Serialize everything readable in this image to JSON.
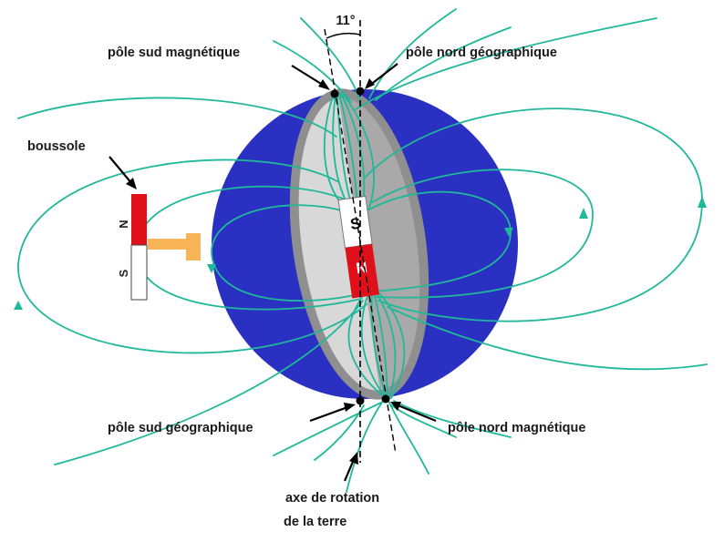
{
  "labels": {
    "angle": "11°",
    "magnetic_south_pole": "pôle sud magnétique",
    "geographic_north_pole": "pôle nord géographique",
    "compass": "boussole",
    "geographic_south_pole": "pôle sud géographique",
    "magnetic_north_pole": "pôle nord magnétique",
    "rotation_axis_line1": "axe de rotation",
    "rotation_axis_line2": "de la terre"
  },
  "bar_magnet": {
    "south_letter": "S",
    "north_letter": "N"
  },
  "compass_needle": {
    "north_letter": "N",
    "south_letter": "S"
  },
  "colors": {
    "earth": "#2a30c2",
    "ellipse_outer": "#8f8f8f",
    "ellipse_left": "#d8d8d8",
    "ellipse_right": "#a9a9a9",
    "field_lines": "#1fb89a",
    "magnet_north": "#e0101a",
    "magnet_south": "#ffffff",
    "compass_mount": "#f7b458"
  }
}
